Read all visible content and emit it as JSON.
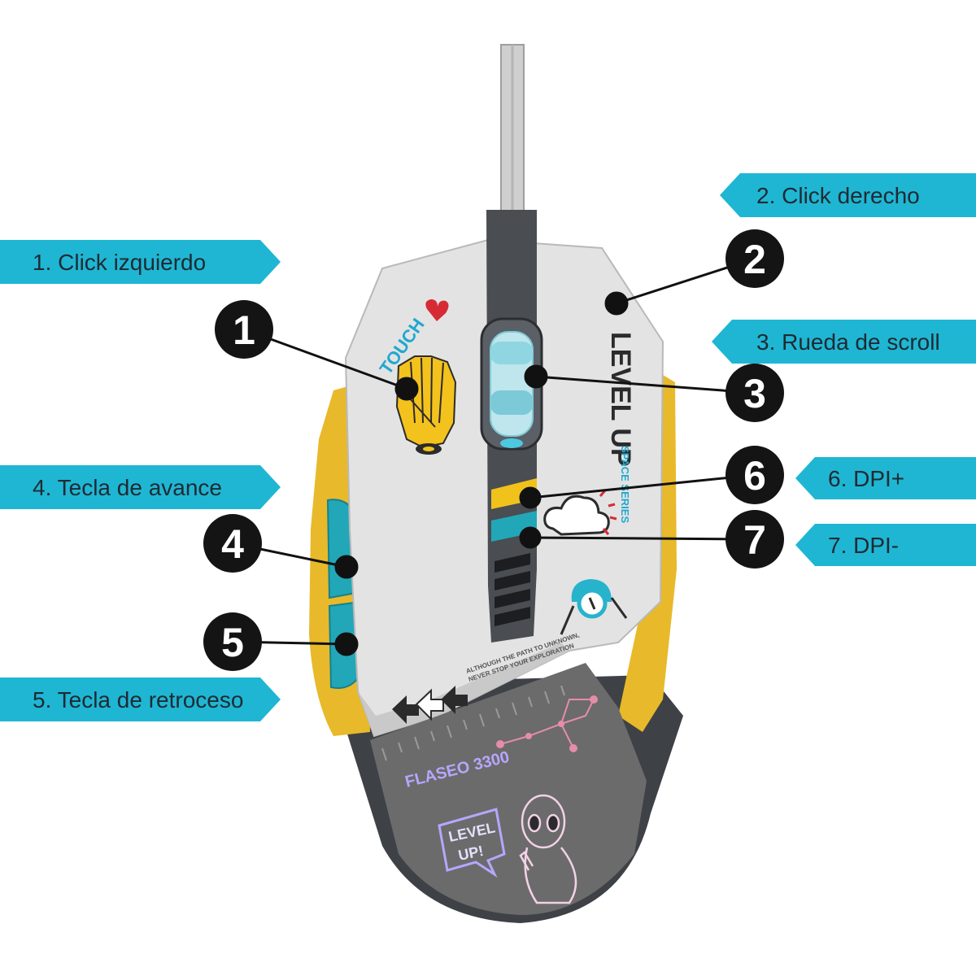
{
  "colors": {
    "callout": "#1fb6d3",
    "callout_text": "#1f2a33",
    "badge": "#141414",
    "leader": "#111111",
    "shell": "#e3e3e3",
    "yellow": "#e8b92a",
    "cyan": "#22a7b8",
    "dark": "#4a4d52",
    "palm": "#6b6b6b"
  },
  "callouts": [
    {
      "id": "left-click",
      "number": "1",
      "label": "1. Click izquierdo"
    },
    {
      "id": "right-click",
      "number": "2",
      "label": "2. Click derecho"
    },
    {
      "id": "scroll-wheel",
      "number": "3",
      "label": "3. Rueda de scroll"
    },
    {
      "id": "forward-key",
      "number": "4",
      "label": "4. Tecla de avance"
    },
    {
      "id": "back-key",
      "number": "5",
      "label": "5. Tecla de retroceso"
    },
    {
      "id": "dpi-up",
      "number": "6",
      "label": "6. DPI+"
    },
    {
      "id": "dpi-down",
      "number": "7",
      "label": "7. DPI-"
    }
  ],
  "decals": {
    "touch": "TOUCH",
    "brand": "LEVEL UP",
    "series": "SPACE SERIES",
    "bubble_line1": "LEVEL",
    "bubble_line2": "UP!",
    "palm_text": "FLASEO 3300",
    "fine_print_1": "ALTHOUGH THE PATH TO UNKNOWN,",
    "fine_print_2": "NEVER STOP YOUR EXPLORATION"
  },
  "icons": {
    "hand": "skeleton-hand-icon",
    "cloud": "cloud-icon",
    "heart": "heart-icon",
    "alien": "alien-icon",
    "constellation": "constellation-icon",
    "eye": "eye-icon",
    "arrows": "arrow-icons"
  }
}
